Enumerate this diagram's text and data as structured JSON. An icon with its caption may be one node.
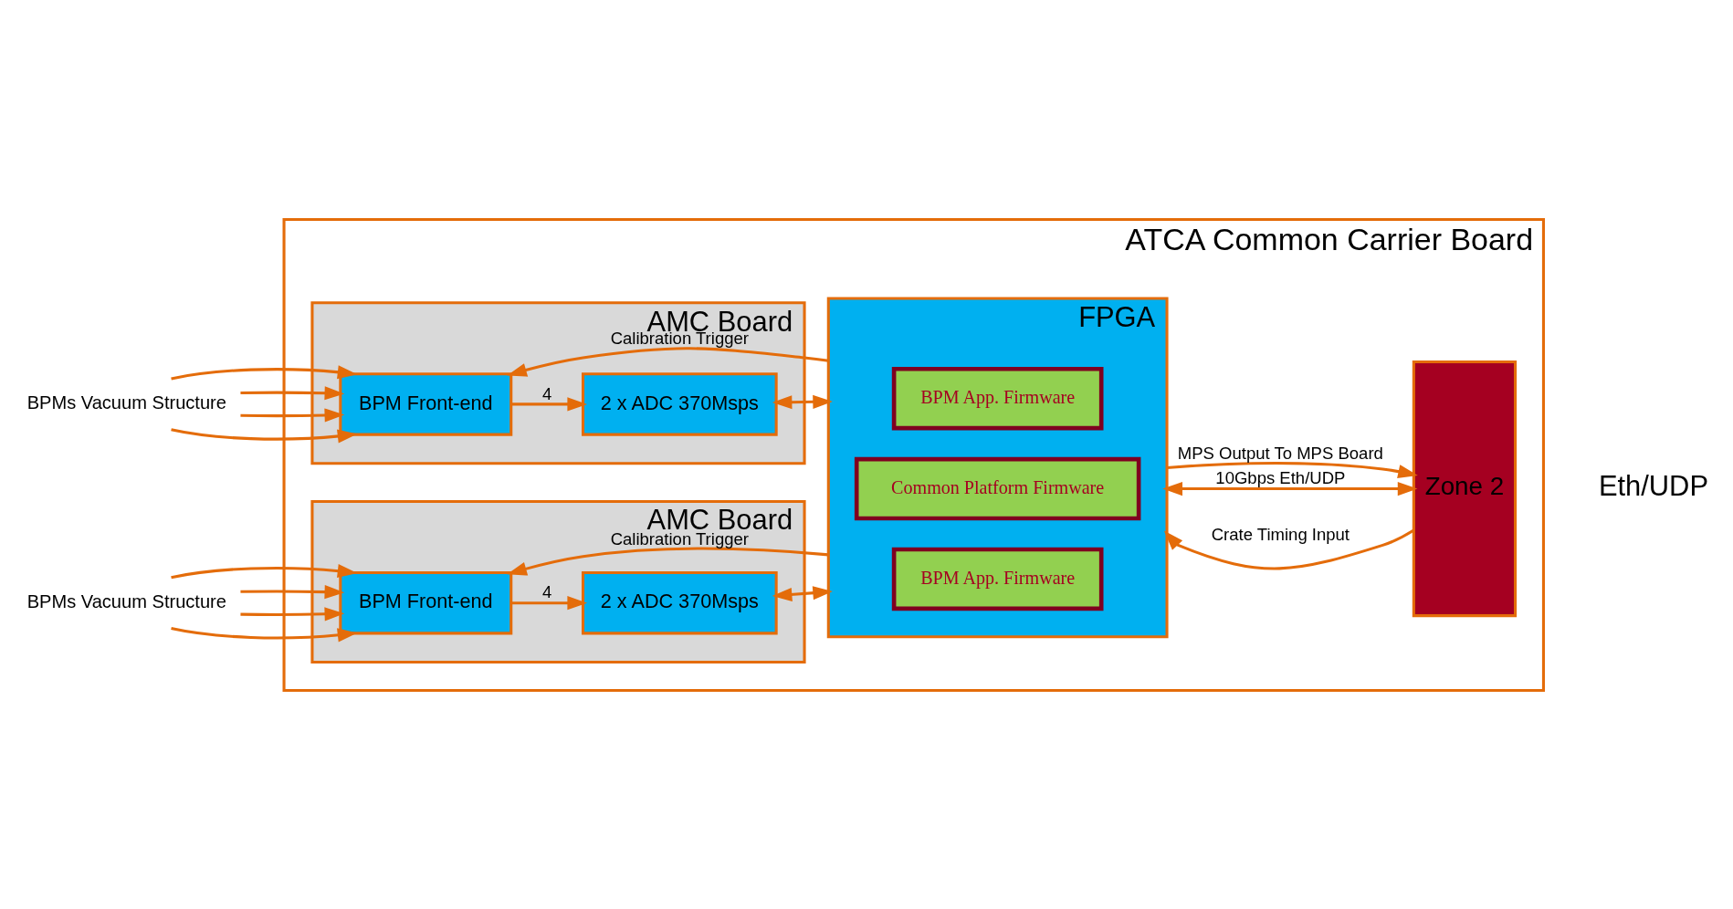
{
  "diagram": {
    "nodes": [
      {
        "text": [
          "ATCA Common Carrier Board"
        ]
      },
      {
        "text": [
          "AMC Board"
        ],
        "in": 0
      },
      {
        "text": [
          "BPM Front-end"
        ],
        "in": 1
      },
      {
        "text": [
          "2 x ADC 370Msps"
        ],
        "in": 1
      },
      {
        "text": [
          "AMC Board"
        ],
        "in": 0
      },
      {
        "text": [
          "BPM Front-end"
        ],
        "in": 4
      },
      {
        "text": [
          "2 x ADC 370Msps"
        ],
        "in": 4
      },
      {
        "text": [
          "FPGA"
        ],
        "in": 0
      },
      {
        "text": [
          "BPM App. Firmware"
        ],
        "in": 7
      },
      {
        "text": [
          "Common Platform Firmware"
        ],
        "in": 7
      },
      {
        "text": [
          "BPM App. Firmware"
        ],
        "in": 7
      },
      {
        "text": [
          "Zone 2"
        ],
        "in": 0
      },
      {
        "text": [
          "BPMs Vacuum Structure"
        ]
      },
      {
        "text": [
          "BPMs Vacuum Structure"
        ]
      }
    ],
    "edges": [
      {
        "from": 12,
        "to": 2,
        "arrow": "to"
      },
      {
        "from": 12,
        "to": 2,
        "arrow": "to"
      },
      {
        "from": 12,
        "to": 2,
        "arrow": "to"
      },
      {
        "from": 12,
        "to": 2,
        "arrow": "to"
      },
      {
        "from": 2,
        "to": 3,
        "arrow": "to",
        "label": "4"
      },
      {
        "from": 3,
        "to": 7,
        "arrow": "both"
      },
      {
        "from": 7,
        "to": 2,
        "arrow": "to",
        "label": "Calibration Trigger"
      },
      {
        "from": 13,
        "to": 5,
        "arrow": "to"
      },
      {
        "from": 13,
        "to": 5,
        "arrow": "to"
      },
      {
        "from": 13,
        "to": 5,
        "arrow": "to"
      },
      {
        "from": 13,
        "to": 5,
        "arrow": "to"
      },
      {
        "from": 5,
        "to": 6,
        "arrow": "to",
        "label": "4"
      },
      {
        "from": 6,
        "to": 7,
        "arrow": "both"
      },
      {
        "from": 7,
        "to": 5,
        "arrow": "to",
        "label": "Calibration Trigger"
      },
      {
        "from": 11,
        "to": 7,
        "arrow": "to",
        "label": "Crate Timing Input"
      },
      {
        "from": 7,
        "to": 11,
        "arrow": "both",
        "label": "10Gbps Eth/UDP"
      },
      {
        "from": 7,
        "to": 11,
        "arrow": "to",
        "label": "MPS Output To MPS Board"
      }
    ],
    "labels": [
      "Eth/UDP"
    ]
  }
}
